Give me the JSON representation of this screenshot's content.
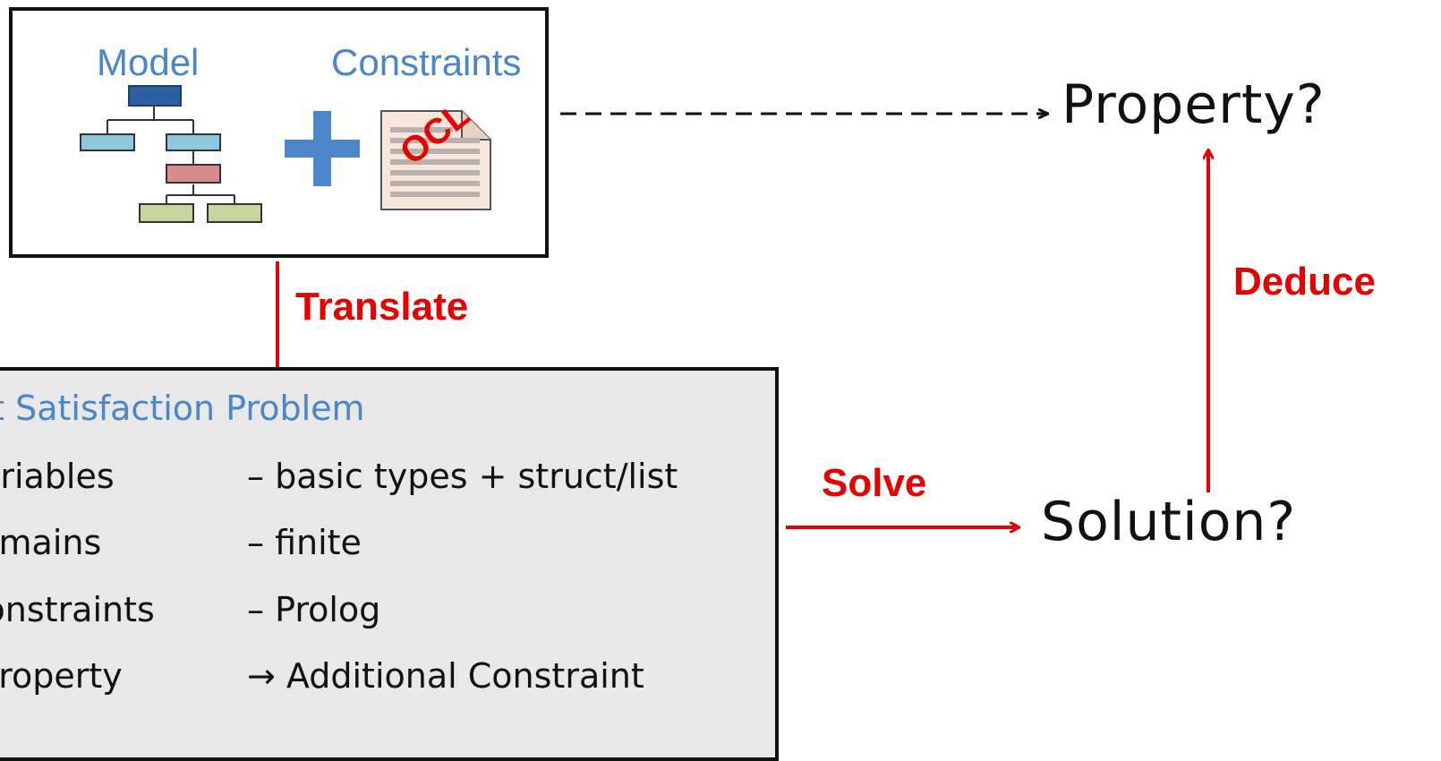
{
  "input_box": {
    "model_label": "Model",
    "constraints_label": "Constraints",
    "ocl_label": "OCL"
  },
  "arrows": {
    "translate_label": "Translate",
    "solve_label": "Solve",
    "deduce_label": "Deduce"
  },
  "nodes": {
    "property": "Property?",
    "solution": "Solution?"
  },
  "csp": {
    "title": "Constraint Satisfaction Problem",
    "rows": [
      {
        "term": "Variables",
        "desc": "– basic types + struct/list"
      },
      {
        "term": "Domains",
        "desc": "– finite"
      },
      {
        "term": "Constraints",
        "desc": "– Prolog"
      },
      {
        "term": "Property",
        "desc": "→ Additional Constraint"
      }
    ]
  },
  "colors": {
    "label_blue": "#4a86c8",
    "arrow_red": "#e60000",
    "box_gray": "#e8e8e8",
    "tree_root": "#2e5fa3",
    "tree_mid": "#8ec8dc",
    "tree_accent": "#d98a8a",
    "tree_leaf": "#c3d69b"
  }
}
